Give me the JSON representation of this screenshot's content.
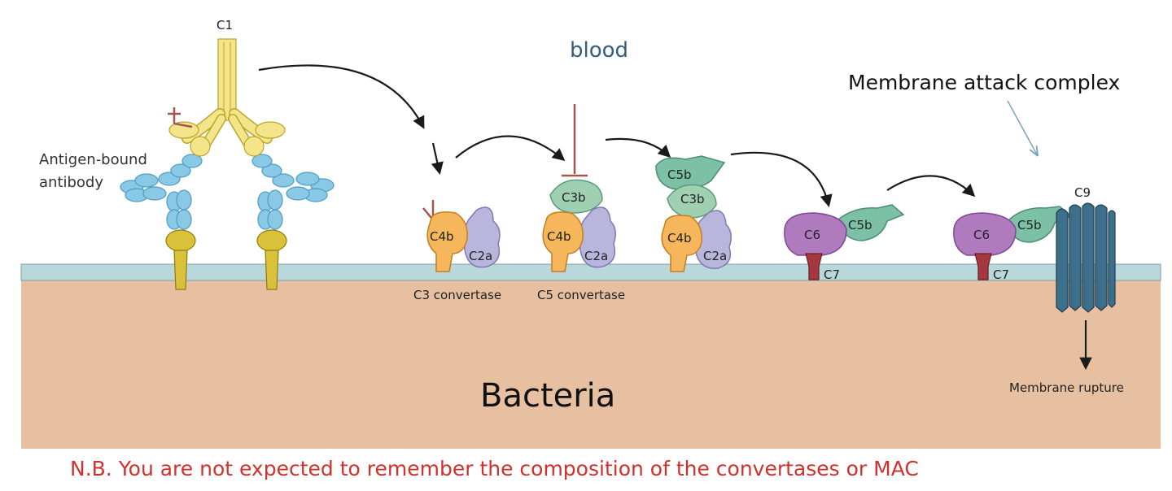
{
  "labels": {
    "blood": "blood",
    "c1": "C1",
    "antigen_line1": "Antigen-bound",
    "antigen_line2": "antibody",
    "mac": "Membrane attack complex",
    "c3_convertase": "C3 convertase",
    "c5_convertase": "C5 convertase",
    "bacteria": "Bacteria",
    "membrane_rupture": "Membrane rupture",
    "c9": "C9",
    "c4b": "C4b",
    "c2a": "C2a",
    "c3b": "C3b",
    "c5b": "C5b",
    "c6": "C6",
    "c7": "C7"
  },
  "note": "N.B. You are not expected to remember the composition of the convertases or MAC",
  "colors": {
    "bacteria": "#e6c0a0",
    "membrane": "#b8d8dc",
    "c1_yellow": "#f4e58a",
    "antibody_blue": "#8ac9e6",
    "c4b_orange": "#f6b65c",
    "c2a_lavender": "#b9b6de",
    "c3b_green": "#9fd0b2",
    "c5b_green": "#7cc1a5",
    "c6_purple": "#b07abf",
    "c7_red": "#a5383e",
    "c9_blue": "#3c6f89",
    "blood_text": "#355e7e",
    "note_red": "#d0312d"
  }
}
